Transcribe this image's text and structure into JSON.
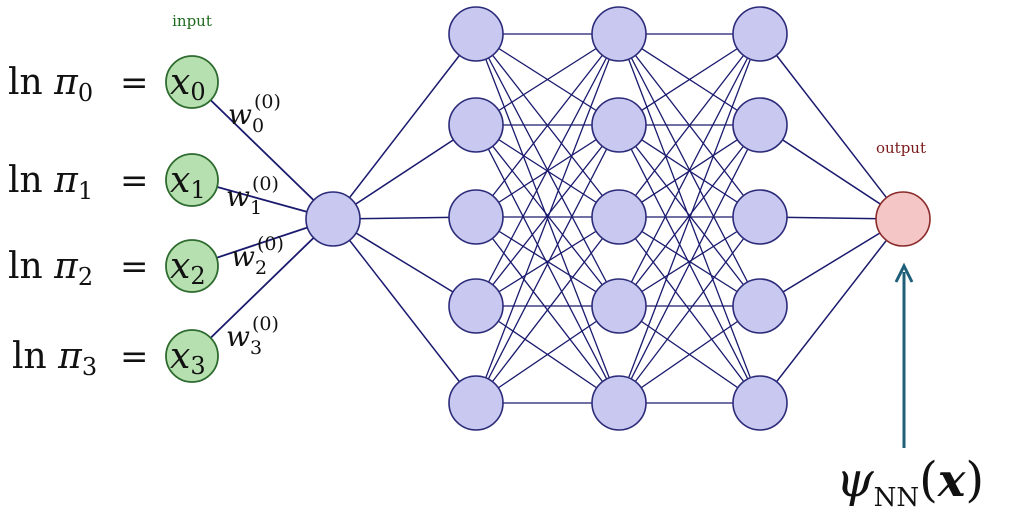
{
  "input_label": "input",
  "output_label": "output",
  "inputs": [
    {
      "lhs": "ln",
      "pi": "π",
      "pi_sub": "0",
      "eq": "=",
      "x": "x",
      "x_sub": "0",
      "w": "w",
      "w_sub": "0",
      "w_sup": "(0)"
    },
    {
      "lhs": "ln",
      "pi": "π",
      "pi_sub": "1",
      "eq": "=",
      "x": "x",
      "x_sub": "1",
      "w": "w",
      "w_sub": "1",
      "w_sup": "(0)"
    },
    {
      "lhs": "ln",
      "pi": "π",
      "pi_sub": "2",
      "eq": "=",
      "x": "x",
      "x_sub": "2",
      "w": "w",
      "w_sub": "2",
      "w_sup": "(0)"
    },
    {
      "lhs": "ln",
      "pi": "π",
      "pi_sub": "3",
      "eq": "=",
      "x": "x",
      "x_sub": "3",
      "w": "w",
      "w_sub": "3",
      "w_sup": "(0)"
    }
  ],
  "output_expr": {
    "psi": "ψ",
    "sub": "NN",
    "open": "(",
    "arg": "x",
    "close": ")"
  },
  "colors": {
    "edge": "#1a1a6e",
    "hidden_fill": "#c8c8f0",
    "hidden_stroke": "#2b2b7a",
    "input_fill": "#b7e0b0",
    "input_stroke": "#2e6b2e",
    "input_label": "#1f6b1f",
    "output_fill": "#f4c6c6",
    "output_stroke": "#8a2a2a",
    "output_label": "#7a1a1a",
    "arrow": "#1f5f7a"
  }
}
